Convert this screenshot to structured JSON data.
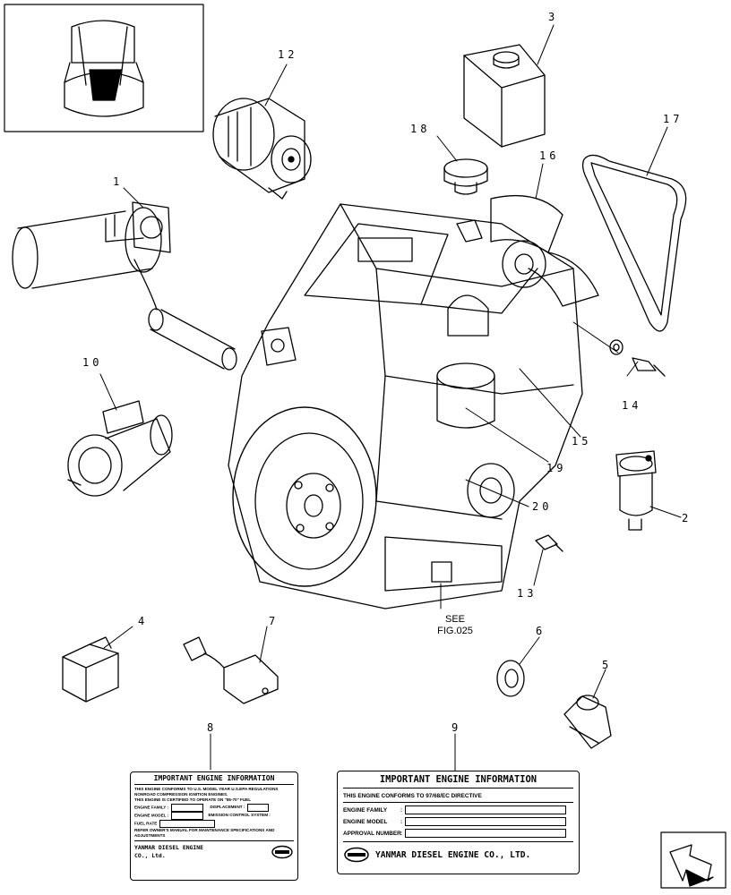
{
  "callouts": {
    "c1": "1",
    "c2": "2",
    "c3": "3",
    "c4": "4",
    "c5": "5",
    "c6": "6",
    "c7": "7",
    "c8": "8",
    "c9": "9",
    "c10": "10",
    "c12": "12",
    "c13": "13",
    "c14": "14",
    "c15": "15",
    "c16": "16",
    "c17": "17",
    "c18": "18",
    "c19": "19",
    "c20": "20"
  },
  "see_reference": {
    "line1": "SEE",
    "line2": "FIG.025"
  },
  "label_small": {
    "title": "IMPORTANT ENGINE INFORMATION",
    "lines": [
      "THIS ENGINE CONFORMS TO U.S. MODEL YEAR U.S.EPA REGULATIONS",
      "NONROAD COMPRESSION IGNITION ENGINES.",
      "THIS ENGINE IS CERTIFIED TO OPERATE ON \"85-70\" FUEL",
      "ENGINE FAMILY :",
      "ENGINE MODEL :",
      "FUEL RATE",
      "REFER OWNER'S MANUAL FOR MAINTENANCE SPECIFICATIONS AND",
      "ADJUSTMENTS"
    ],
    "right_fields": [
      "DISPLACEMENT :",
      "EMISSION CONTROL SYSTEM :"
    ],
    "footer_1": "YANMAR DIESEL ENGINE",
    "footer_2": "CO., Ltd."
  },
  "label_large": {
    "title": "IMPORTANT ENGINE INFORMATION",
    "directive": "THIS ENGINE CONFORMS TO 97/68/EC DIRECTIVE",
    "fields": [
      "ENGINE FAMILY",
      "ENGINE MODEL",
      "APPROVAL NUMBER"
    ],
    "footer": "YANMAR DIESEL ENGINE CO., LTD."
  }
}
